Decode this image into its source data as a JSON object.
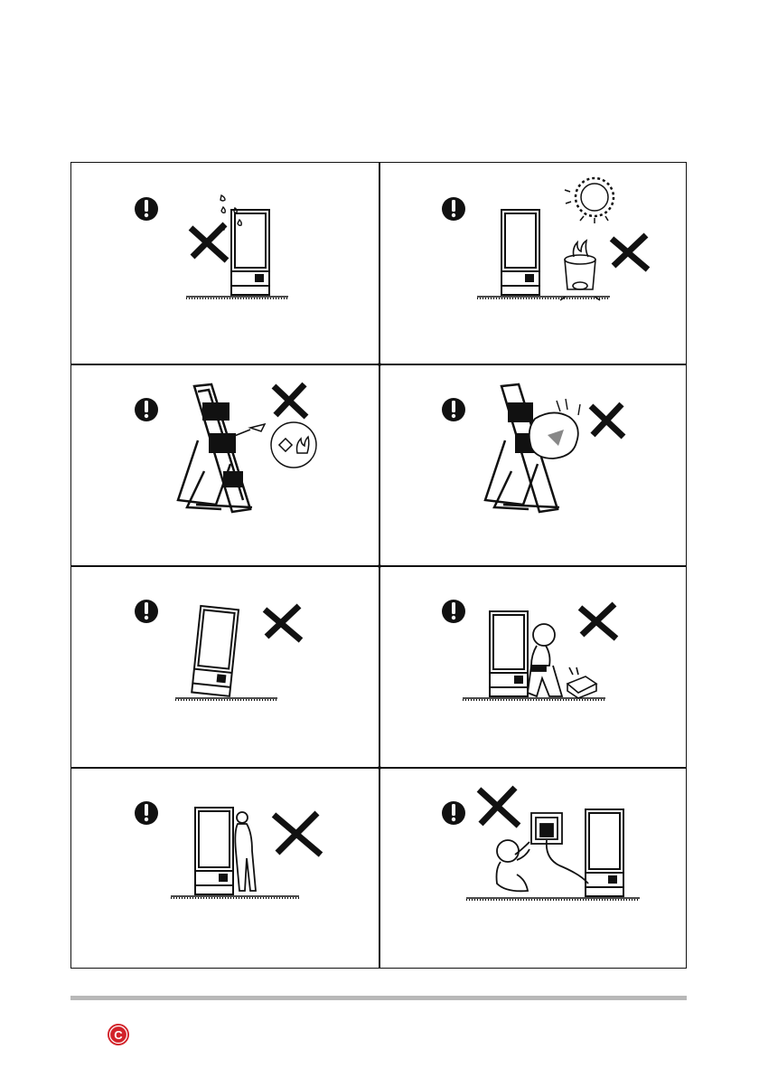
{
  "page": {
    "title": "",
    "footer_text": ""
  },
  "colors": {
    "line": "#111111",
    "footer_bar": "#b8b8b8",
    "logo": "#d2232a"
  },
  "panels": [
    {
      "id": "water-splash",
      "icon": "warning-icon",
      "mark": "prohibited-x-icon"
    },
    {
      "id": "heat-sun-stove",
      "icon": "warning-icon",
      "mark": "prohibited-x-icon"
    },
    {
      "id": "vent-flammable-objects",
      "icon": "warning-icon",
      "mark": "prohibited-x-icon"
    },
    {
      "id": "cover-vents-cloth",
      "icon": "warning-icon",
      "mark": "prohibited-x-icon"
    },
    {
      "id": "tilted-unit",
      "icon": "warning-icon",
      "mark": "prohibited-x-icon"
    },
    {
      "id": "child-playing",
      "icon": "warning-icon",
      "mark": "prohibited-x-icon"
    },
    {
      "id": "leaning-person",
      "icon": "warning-icon",
      "mark": "prohibited-x-icon"
    },
    {
      "id": "child-at-outlet",
      "icon": "warning-icon",
      "mark": "prohibited-x-icon"
    }
  ],
  "logo": {
    "letter": "C",
    "icon": "brand-logo-icon"
  }
}
